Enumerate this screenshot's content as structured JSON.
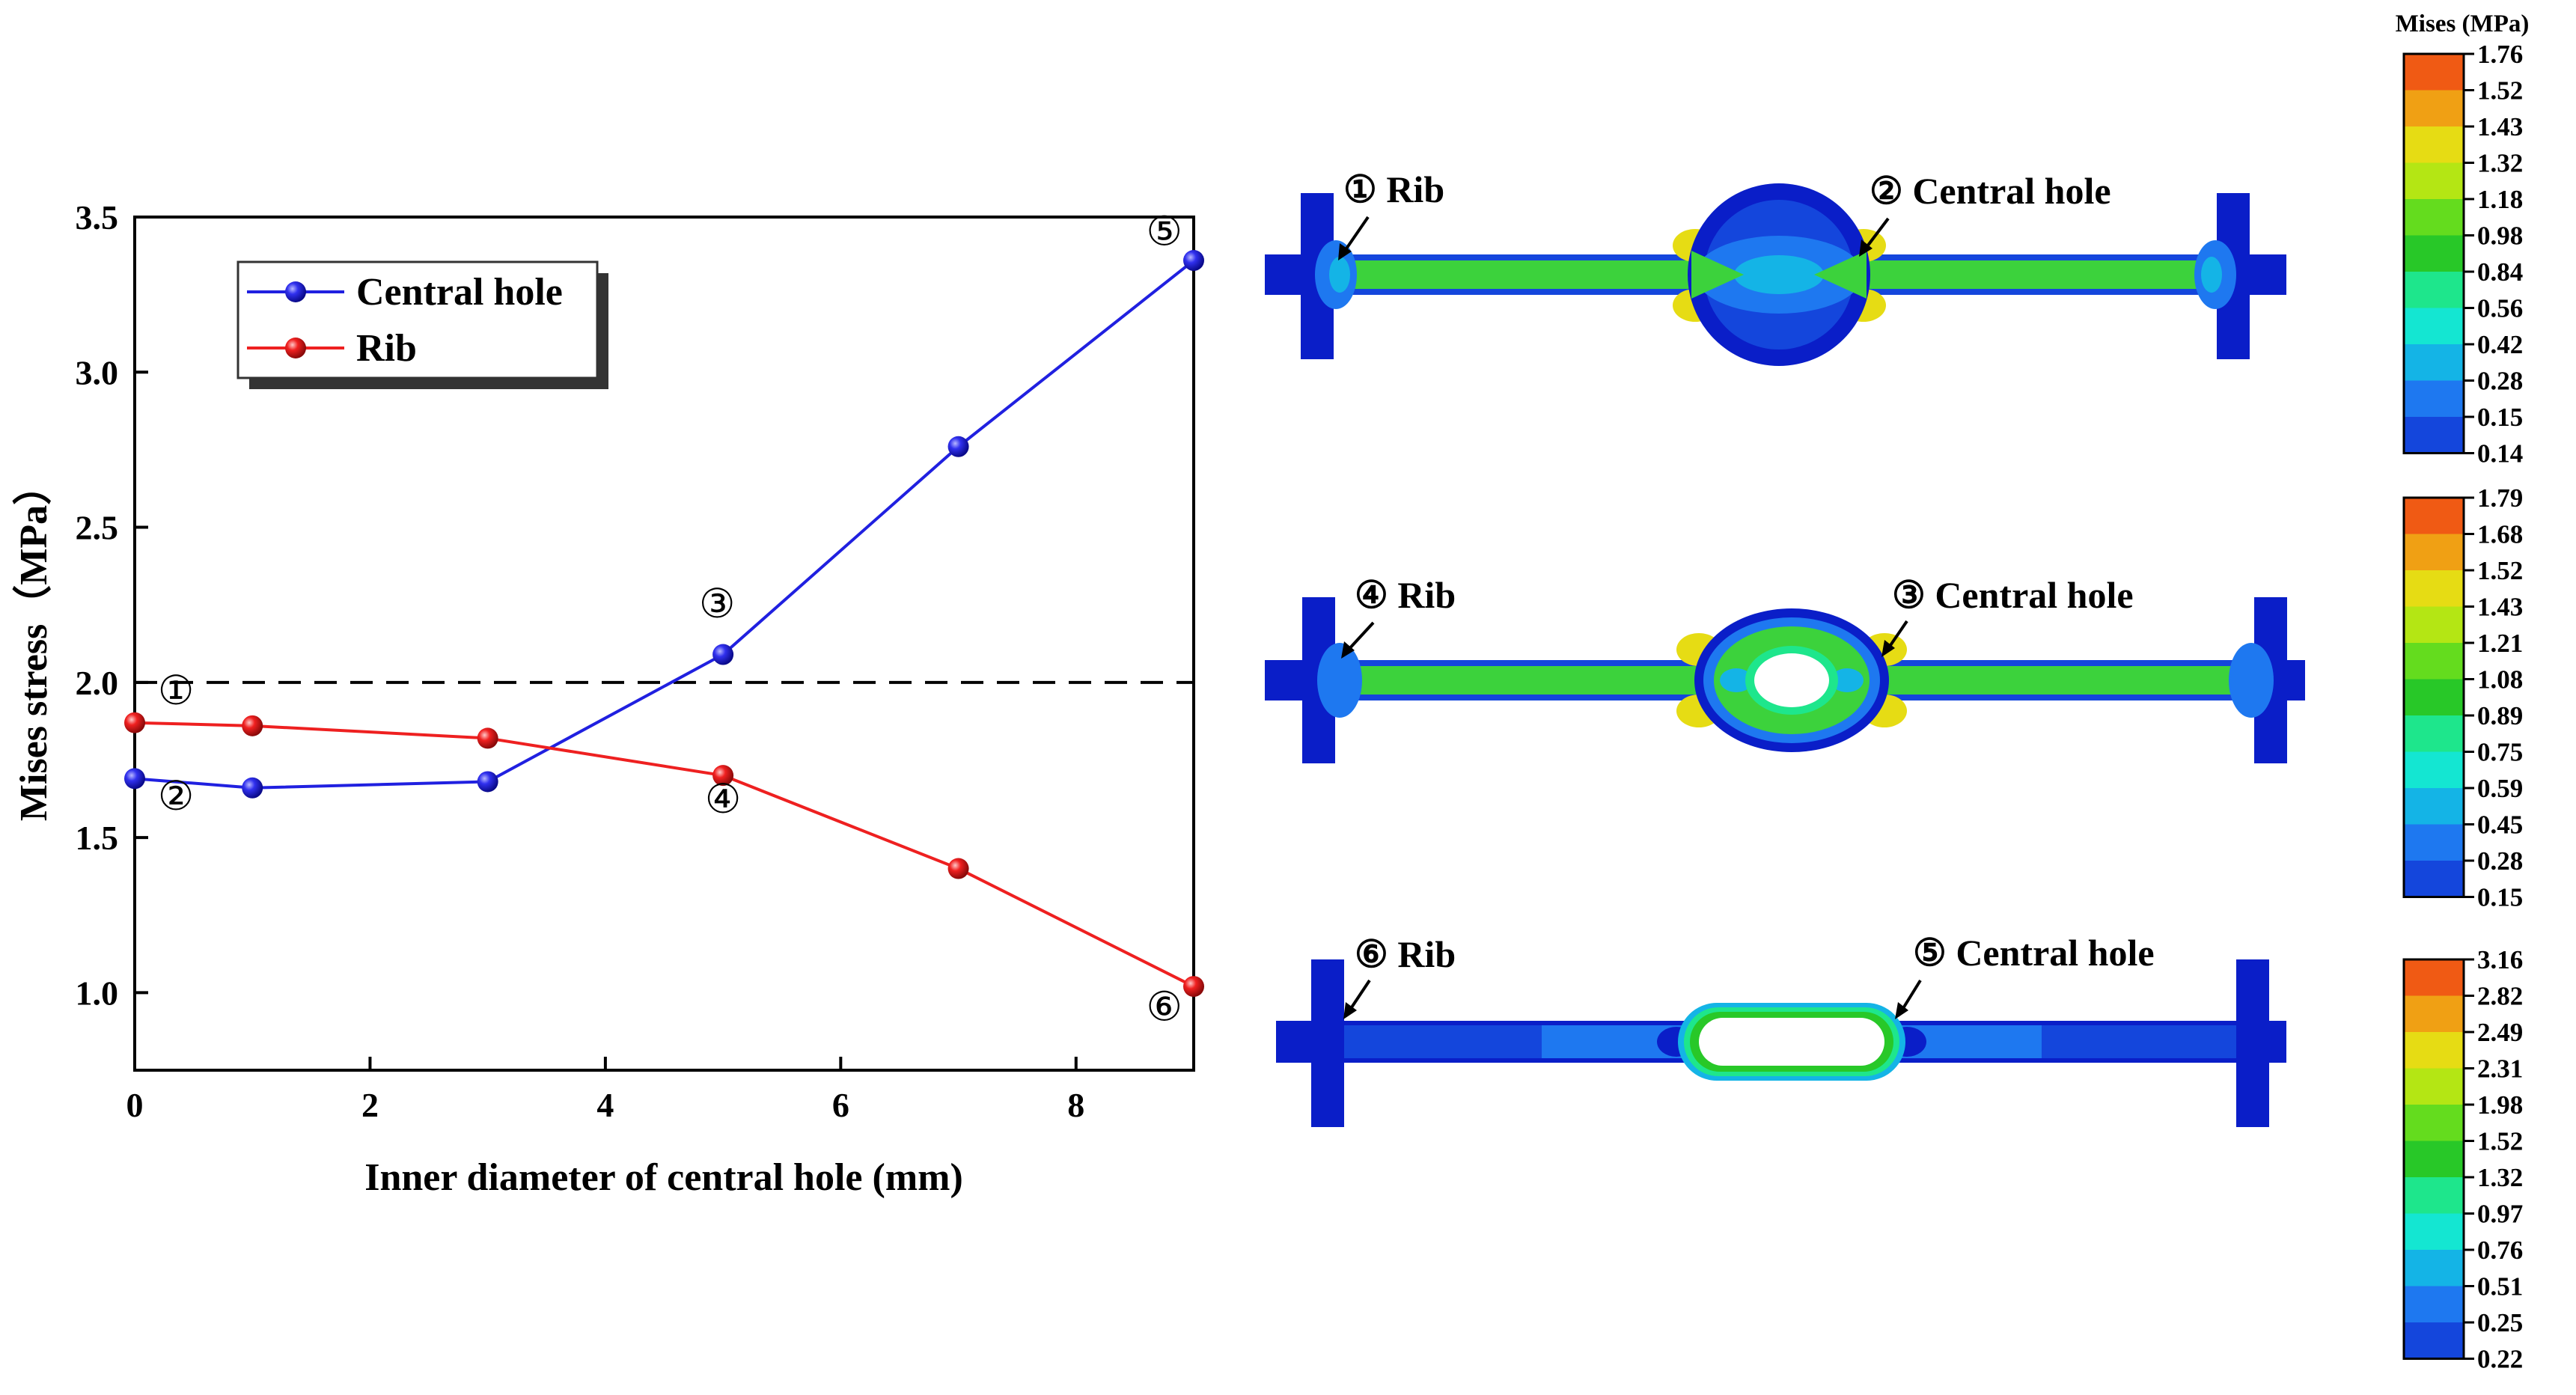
{
  "chart_data": {
    "type": "line",
    "xlabel": "Inner diameter of central hole (mm)",
    "ylabel": "Mises stress（MPa）",
    "xlim": [
      0,
      9
    ],
    "ylim": [
      0.75,
      3.5
    ],
    "x_ticks": [
      "0",
      "2",
      "4",
      "6",
      "8"
    ],
    "x_tick_values": [
      0,
      2,
      4,
      6,
      8
    ],
    "y_ticks": [
      "1.0",
      "1.5",
      "2.0",
      "2.5",
      "3.0",
      "3.5"
    ],
    "y_tick_values": [
      1.0,
      1.5,
      2.0,
      2.5,
      3.0,
      3.5
    ],
    "grid": false,
    "legend_position": "top-left",
    "reference_line": {
      "y": 2.0,
      "style": "dashed",
      "color": "#000000"
    },
    "series": [
      {
        "name": "Central hole",
        "color": "#2020e0",
        "x": [
          0,
          1,
          3,
          5,
          7,
          9
        ],
        "y": [
          1.69,
          1.66,
          1.68,
          2.09,
          2.76,
          3.36
        ]
      },
      {
        "name": "Rib",
        "color": "#ee2020",
        "x": [
          0,
          1,
          3,
          5,
          7,
          9
        ],
        "y": [
          1.87,
          1.86,
          1.82,
          1.7,
          1.4,
          1.02
        ]
      }
    ],
    "annotations": [
      {
        "text": "①",
        "x": 0.35,
        "y": 1.93
      },
      {
        "text": "②",
        "x": 0.35,
        "y": 1.59
      },
      {
        "text": "③",
        "x": 4.95,
        "y": 2.21
      },
      {
        "text": "④",
        "x": 5.0,
        "y": 1.58
      },
      {
        "text": "⑤",
        "x": 8.75,
        "y": 3.41
      },
      {
        "text": "⑥",
        "x": 8.75,
        "y": 0.91
      }
    ]
  },
  "contour_panels": [
    {
      "left_label": "① Rib",
      "right_label": "② Central hole"
    },
    {
      "left_label": "④ Rib",
      "right_label": "③ Central hole"
    },
    {
      "left_label": "⑥ Rib",
      "right_label": "⑤ Central hole"
    }
  ],
  "colorbar_title": "Mises (MPa)",
  "colorbars": [
    {
      "labels": [
        "1.76",
        "1.52",
        "1.43",
        "1.32",
        "1.18",
        "0.98",
        "0.84",
        "0.56",
        "0.42",
        "0.28",
        "0.15",
        "0.14"
      ]
    },
    {
      "labels": [
        "1.79",
        "1.68",
        "1.52",
        "1.43",
        "1.21",
        "1.08",
        "0.89",
        "0.75",
        "0.59",
        "0.45",
        "0.28",
        "0.15"
      ]
    },
    {
      "labels": [
        "3.16",
        "2.82",
        "2.49",
        "2.31",
        "1.98",
        "1.52",
        "1.32",
        "0.97",
        "0.76",
        "0.51",
        "0.25",
        "0.22"
      ]
    }
  ],
  "colors": {
    "contour_scale": [
      "#f01414",
      "#f05a14",
      "#f0a014",
      "#e6dc14",
      "#b4e614",
      "#64dc1e",
      "#28c828",
      "#1ee68c",
      "#14e6d2",
      "#14b4e6",
      "#1e78f0",
      "#1446dc",
      "#0a1ec8"
    ]
  }
}
